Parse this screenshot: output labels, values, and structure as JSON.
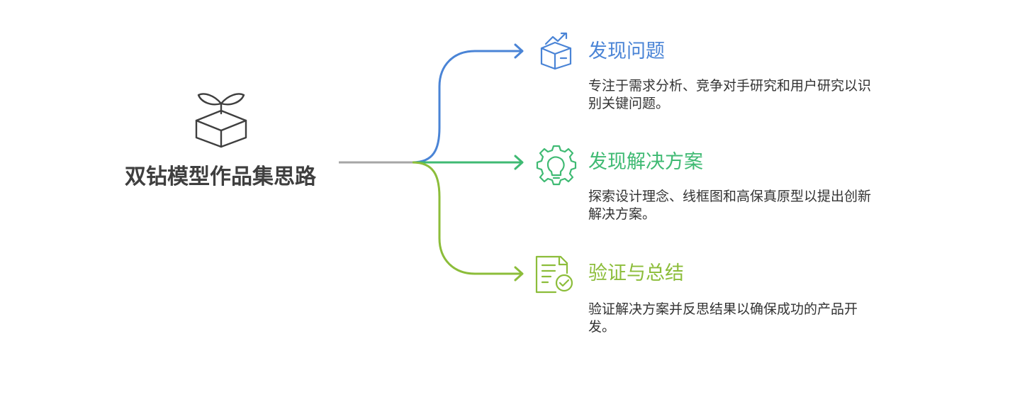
{
  "root": {
    "title": "双钻模型作品集思路",
    "icon": "sprout-box-icon"
  },
  "branches": [
    {
      "title": "发现问题",
      "description": "专注于需求分析、竞争对手研究和用户研究以识别关键问题。",
      "color": "#4a84d6",
      "icon": "box-trend-icon"
    },
    {
      "title": "发现解决方案",
      "description": "探索设计理念、线框图和高保真原型以提出创新解决方案。",
      "color": "#3fba73",
      "icon": "lightbulb-gear-icon"
    },
    {
      "title": "验证与总结",
      "description": "验证解决方案并反思结果以确保成功的产品开发。",
      "color": "#8cbd3a",
      "icon": "document-check-icon"
    }
  ],
  "colors": {
    "root_text": "#3f3f3f",
    "trunk": "#a6a6a6",
    "description_text": "#333333"
  }
}
